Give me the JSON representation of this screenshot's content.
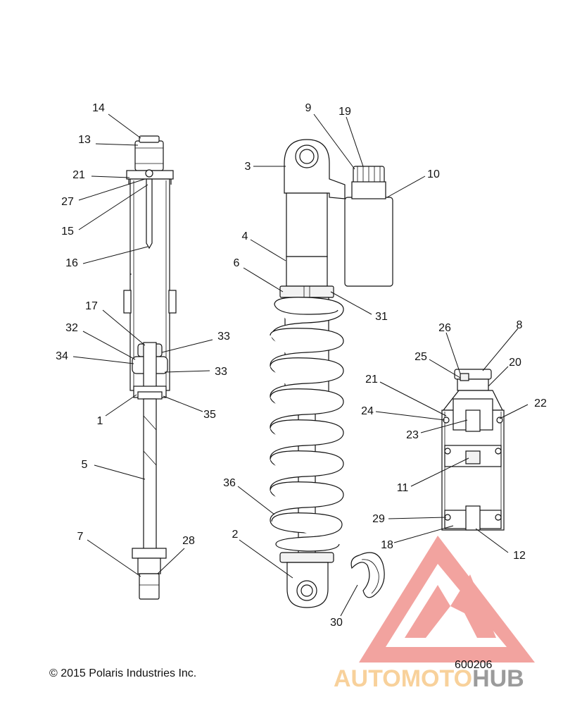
{
  "diagram": {
    "callouts": [
      {
        "id": "c14",
        "label": "14"
      },
      {
        "id": "c13",
        "label": "13"
      },
      {
        "id": "c21a",
        "label": "21"
      },
      {
        "id": "c27",
        "label": "27"
      },
      {
        "id": "c15",
        "label": "15"
      },
      {
        "id": "c16",
        "label": "16"
      },
      {
        "id": "c17",
        "label": "17"
      },
      {
        "id": "c32",
        "label": "32"
      },
      {
        "id": "c34",
        "label": "34"
      },
      {
        "id": "c33a",
        "label": "33"
      },
      {
        "id": "c33b",
        "label": "33"
      },
      {
        "id": "c1",
        "label": "1"
      },
      {
        "id": "c35",
        "label": "35"
      },
      {
        "id": "c5",
        "label": "5"
      },
      {
        "id": "c7",
        "label": "7"
      },
      {
        "id": "c28",
        "label": "28"
      },
      {
        "id": "c9",
        "label": "9"
      },
      {
        "id": "c19",
        "label": "19"
      },
      {
        "id": "c3",
        "label": "3"
      },
      {
        "id": "c10",
        "label": "10"
      },
      {
        "id": "c4",
        "label": "4"
      },
      {
        "id": "c6",
        "label": "6"
      },
      {
        "id": "c31",
        "label": "31"
      },
      {
        "id": "c36",
        "label": "36"
      },
      {
        "id": "c2",
        "label": "2"
      },
      {
        "id": "c30",
        "label": "30"
      },
      {
        "id": "c26",
        "label": "26"
      },
      {
        "id": "c8",
        "label": "8"
      },
      {
        "id": "c25",
        "label": "25"
      },
      {
        "id": "c20",
        "label": "20"
      },
      {
        "id": "c21b",
        "label": "21"
      },
      {
        "id": "c22",
        "label": "22"
      },
      {
        "id": "c24",
        "label": "24"
      },
      {
        "id": "c23",
        "label": "23"
      },
      {
        "id": "c11",
        "label": "11"
      },
      {
        "id": "c29",
        "label": "29"
      },
      {
        "id": "c18",
        "label": "18"
      },
      {
        "id": "c12",
        "label": "12"
      }
    ]
  },
  "footer": {
    "copyright": "© 2015 Polaris Industries Inc.",
    "drawing_number": "600206"
  },
  "watermark": {
    "word_part1": "AUTOMOTO",
    "word_part2": "HUB",
    "color_primary": "#f0938f",
    "color_secondary": "#f7c98a",
    "color_dark": "#8a8a8a"
  }
}
